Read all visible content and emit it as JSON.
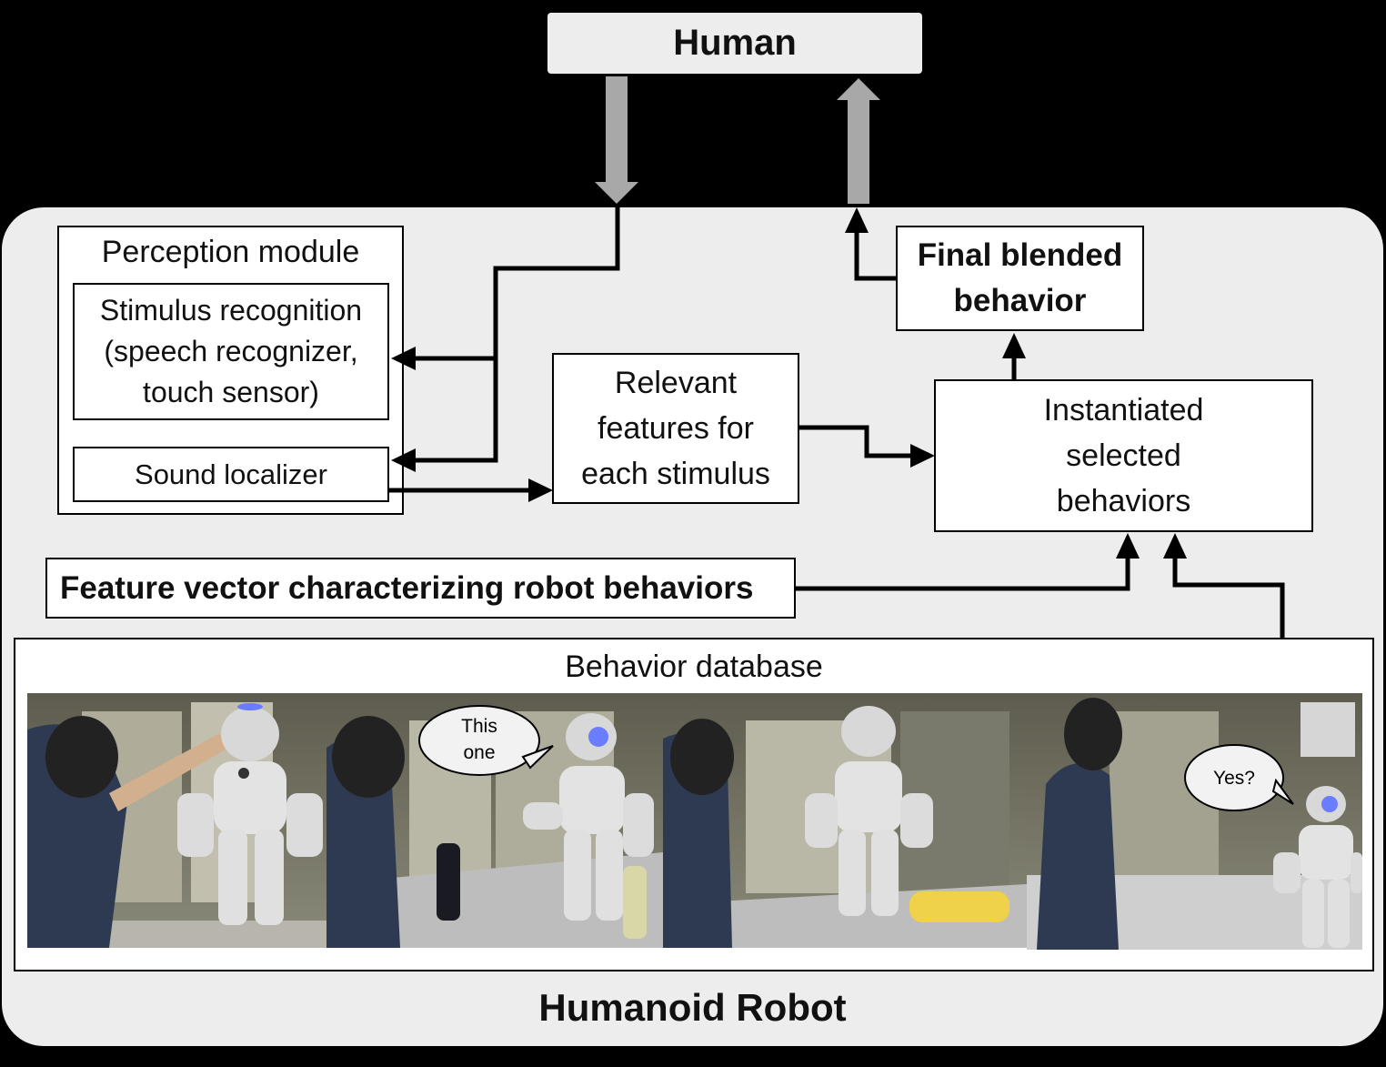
{
  "human": {
    "label": "Human"
  },
  "perception": {
    "title": "Perception module",
    "stimulus_lines": [
      "Stimulus recognition",
      "(speech recognizer,",
      "touch sensor)"
    ],
    "sound": "Sound localizer"
  },
  "relevant": {
    "lines": [
      "Relevant",
      "features for",
      "each stimulus"
    ]
  },
  "final": {
    "lines": [
      "Final blended",
      "behavior"
    ]
  },
  "instantiated": {
    "lines": [
      "Instantiated",
      "selected",
      "behaviors"
    ]
  },
  "feature": {
    "label": "Feature vector characterizing robot behaviors"
  },
  "database": {
    "title": "Behavior database",
    "bubbles": [
      "This",
      "one",
      "Yes?"
    ]
  },
  "robot": {
    "label": "Humanoid Robot"
  },
  "colors": {
    "background": "#000000",
    "panel": "#ededed",
    "gray_arrow": "#a8a8a8",
    "wire": "#000000"
  }
}
